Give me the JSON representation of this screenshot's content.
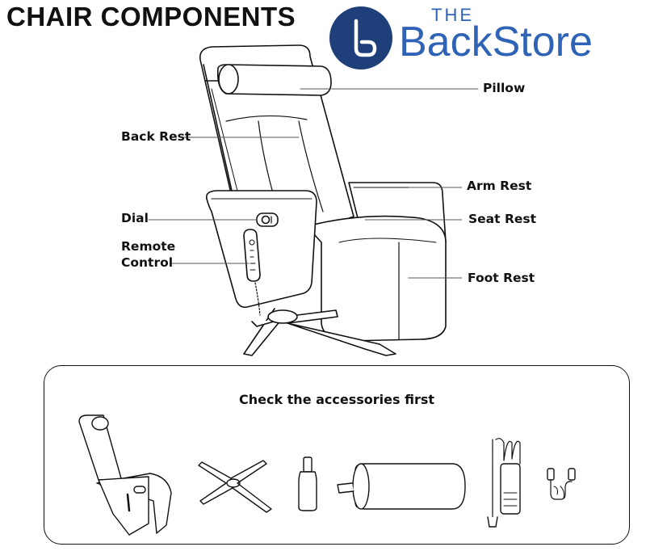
{
  "title": "CHAIR COMPONENTS",
  "logo": {
    "small": "THE",
    "name": "BackStore"
  },
  "labels": {
    "pillow": "Pillow",
    "back_rest": "Back Rest",
    "arm_rest": "Arm Rest",
    "dial": "Dial",
    "seat_rest": "Seat Rest",
    "remote_line1": "Remote",
    "remote_line2": "Control",
    "foot_rest": "Foot Rest"
  },
  "accessories": {
    "title": "Check the accessories first"
  },
  "colors": {
    "brand_blue": "#2f63b6",
    "logo_navy": "#1f3f7a",
    "line": "#111111"
  }
}
